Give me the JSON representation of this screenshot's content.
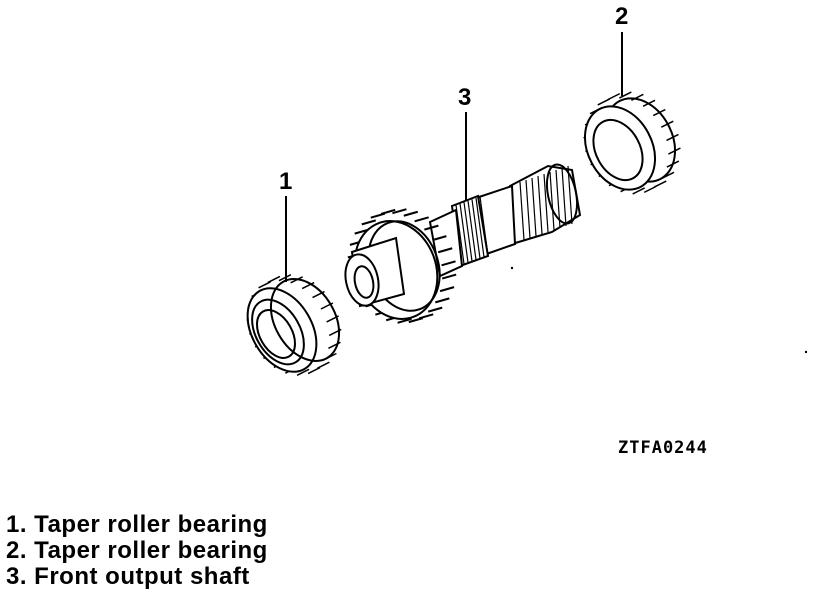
{
  "callouts": {
    "one": "1",
    "two": "2",
    "three": "3"
  },
  "figure_code": "ZTFA0244",
  "legend": [
    "1. Taper roller bearing",
    "2. Taper roller bearing",
    "3. Front output shaft"
  ]
}
